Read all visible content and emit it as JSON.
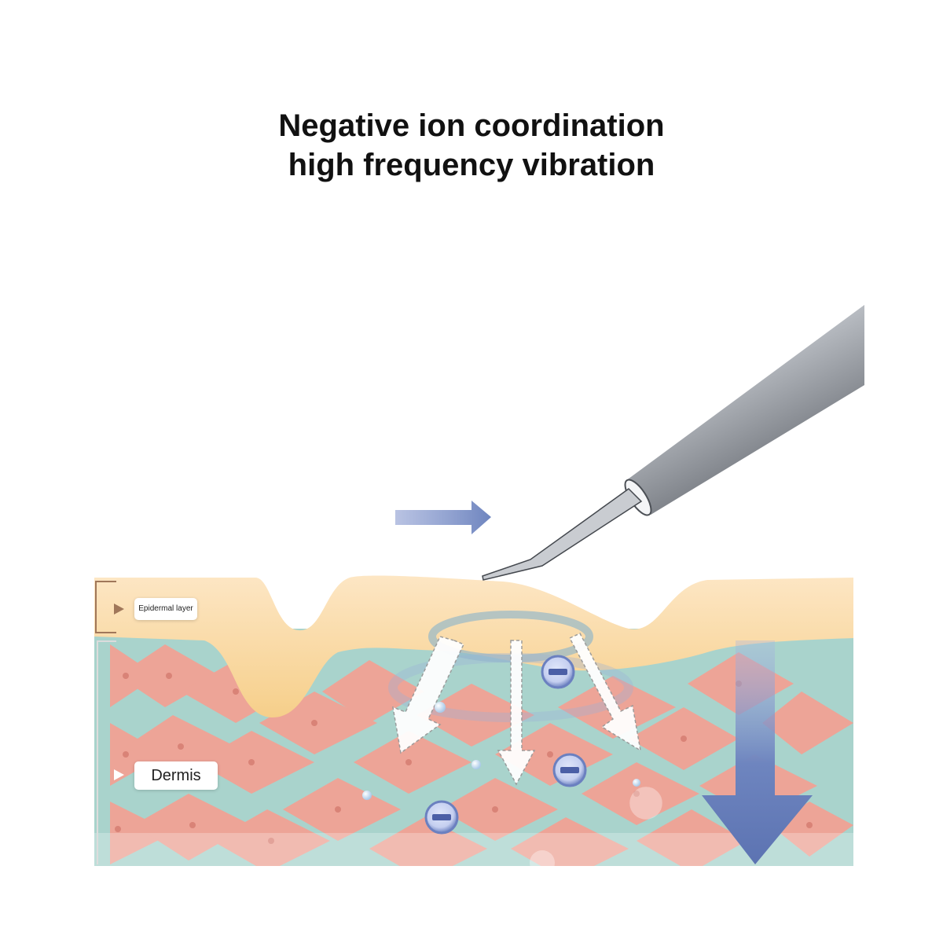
{
  "title": {
    "line1": "Negative ion coordination",
    "line2": "high frequency vibration"
  },
  "labels": {
    "epidermis": "Epidermal layer",
    "dermis": "Dermis"
  },
  "ions": {
    "symbol": "−"
  },
  "colors": {
    "epidermis": "#F9D8A0",
    "dermis_cells": "#EDA497",
    "cell_lines": "#A9D3CC",
    "arrow_blue": "#6E85BF",
    "ion_blue": "#5A6FB4",
    "instrument_silver": "#B9BDC2",
    "bracket_brown": "#A0775A"
  }
}
